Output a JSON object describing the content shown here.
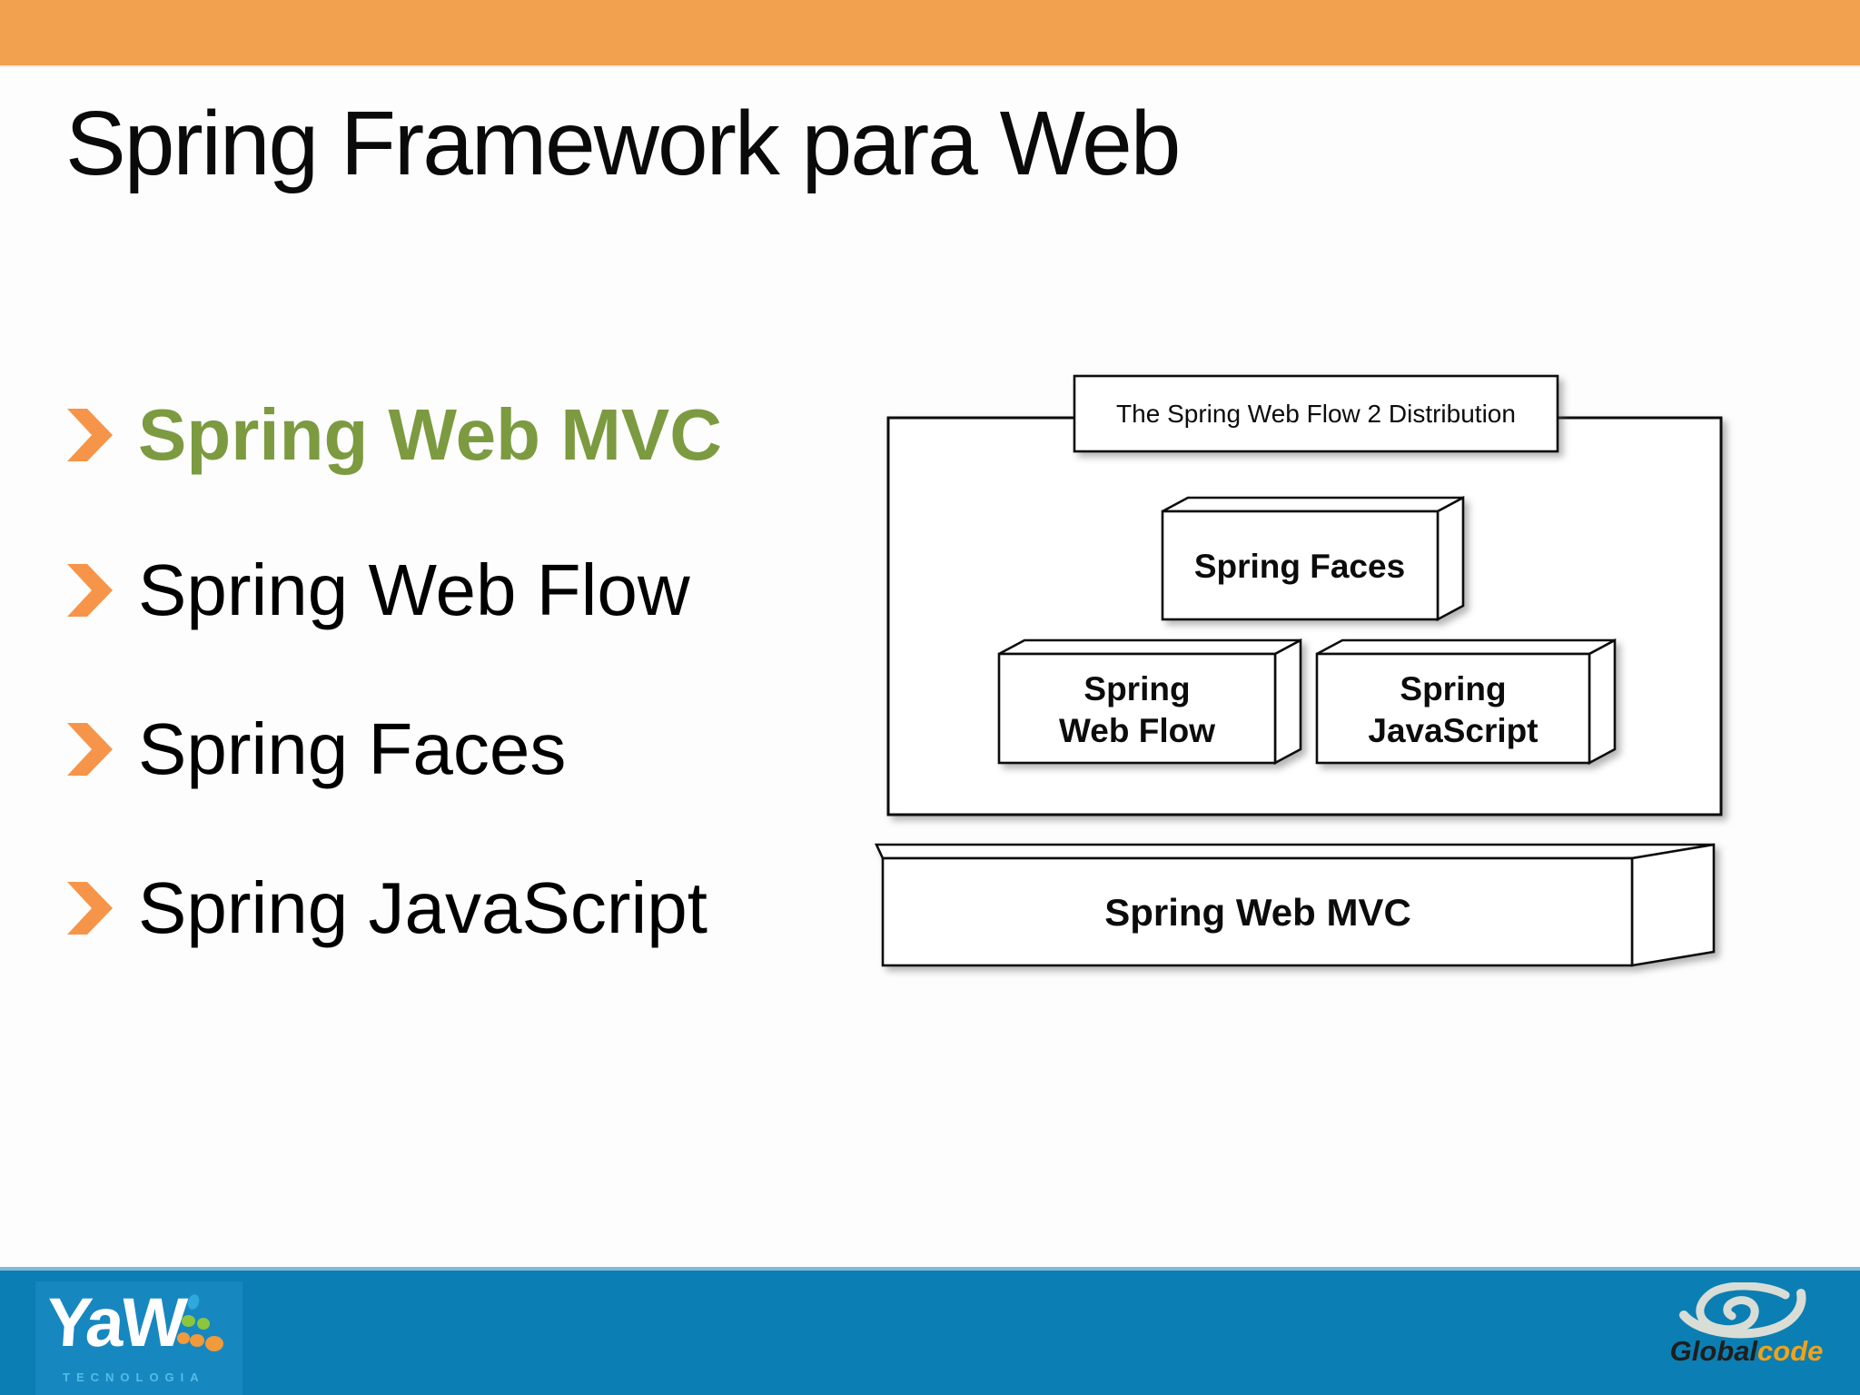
{
  "slide": {
    "title": "Spring Framework para Web",
    "bullets": [
      {
        "label": "Spring Web MVC",
        "highlighted": true
      },
      {
        "label": "Spring Web Flow",
        "highlighted": false
      },
      {
        "label": "Spring Faces",
        "highlighted": false
      },
      {
        "label": "Spring JavaScript",
        "highlighted": false
      }
    ],
    "colors": {
      "top_bar_orange": "#F2A14E",
      "bullet_arrow_orange": "#F6954A",
      "highlight_green": "#7C9A40",
      "footer_blue": "#0B7FB3",
      "footer_panel_blue": "#1787BF",
      "globalcode_orange": "#F2A218"
    }
  },
  "diagram": {
    "caption": "The Spring Web Flow 2 Distribution",
    "boxes": {
      "faces": {
        "label": "Spring Faces"
      },
      "webflow": {
        "line1": "Spring",
        "line2": "Web Flow"
      },
      "javascript": {
        "line1": "Spring",
        "line2": "JavaScript"
      },
      "mvc": {
        "label": "Spring Web MVC"
      }
    }
  },
  "footer": {
    "yaw": {
      "name": "YaW",
      "subtitle": "TECNOLOGIA"
    },
    "globalcode": {
      "part1": "Global",
      "part2": "code"
    }
  }
}
